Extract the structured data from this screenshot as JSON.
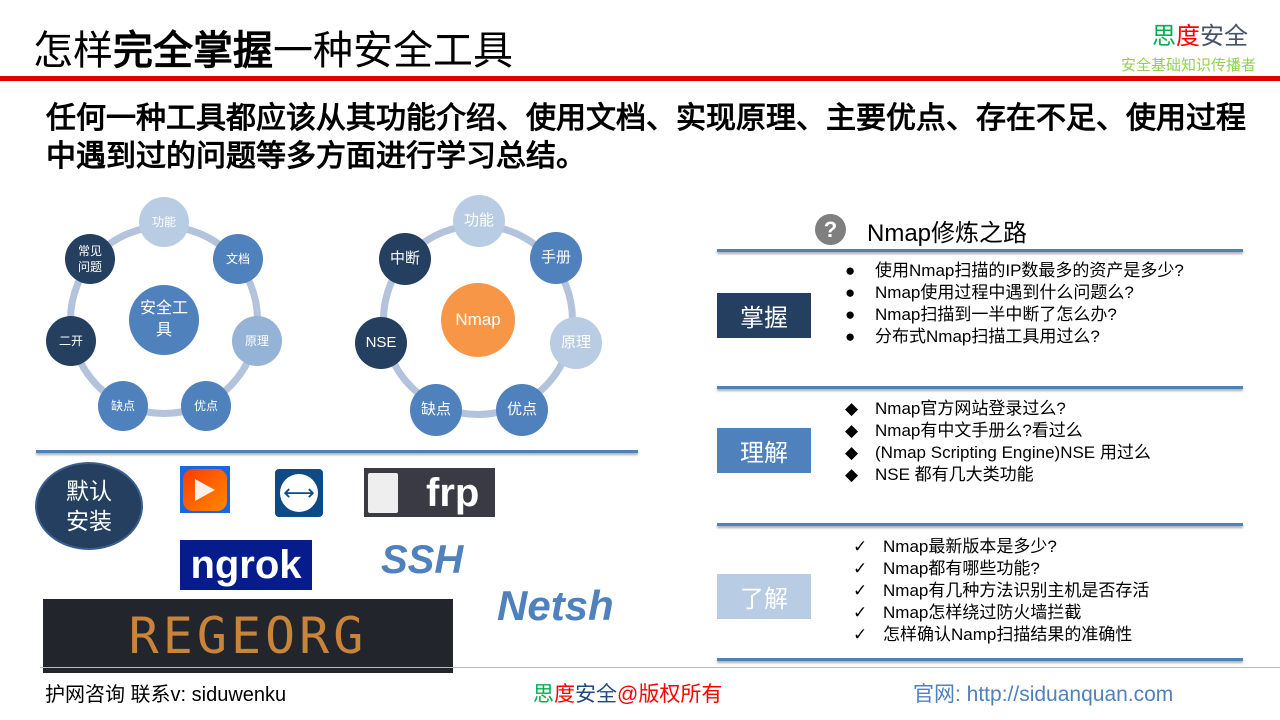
{
  "header": {
    "title_pre": "怎样",
    "title_bold": "完全掌握",
    "title_post": "一种安全工具"
  },
  "brand": {
    "c1": "思",
    "c2": "度",
    "c3": "安全",
    "subtitle": "安全基础知识传播者",
    "colors": {
      "green": "#00b050",
      "red": "#ff0000",
      "navy": "#44546a"
    }
  },
  "intro": "任何一种工具都应该从其功能介绍、使用文档、实现原理、主要优点、存在不足、使用过程中遇到过的问题等多方面进行学习总结。",
  "left_cycle": {
    "center": "安全工具",
    "nodes": [
      "功能",
      "文档",
      "原理",
      "优点",
      "缺点",
      "二开",
      "常见问题"
    ]
  },
  "right_cycle": {
    "center": "Nmap",
    "nodes": [
      "功能",
      "手册",
      "原理",
      "优点",
      "缺点",
      "NSE",
      "中断"
    ]
  },
  "tools": {
    "default_install": "默认安装",
    "frp": "frp",
    "ngrok": "ngrok",
    "ssh": "SSH",
    "netsh": "Netsh",
    "reGeorg": "REGEORG"
  },
  "panel": {
    "title": "Nmap修炼之路",
    "icon": "question-circle-icon",
    "sections": [
      {
        "label": "掌握",
        "items": [
          "使用Nmap扫描的IP数最多的资产是多少?",
          "Nmap使用过程中遇到什么问题么?",
          "Nmap扫描到一半中断了怎么办?",
          "分布式Nmap扫描工具用过么?"
        ]
      },
      {
        "label": "理解",
        "items": [
          "Nmap官方网站登录过么?",
          "Nmap有中文手册么?看过么",
          "(Nmap Scripting Engine)NSE 用过么",
          "NSE 都有几大类功能"
        ]
      },
      {
        "label": "了解",
        "items": [
          "Nmap最新版本是多少?",
          "Nmap都有哪些功能?",
          "Nmap有几种方法识别主机是否存活",
          "Nmap怎样绕过防火墙拦截",
          "怎样确认Namp扫描结果的准确性"
        ]
      }
    ],
    "markers": [
      "●",
      "◆",
      "✓"
    ]
  },
  "footer": {
    "left": "护网咨询 联系v: siduwenku",
    "center_c1": "思",
    "center_c2": "度",
    "center_c3": "安全",
    "center_c4": "@版权所有",
    "right": "官网: http://siduanquan.com"
  }
}
